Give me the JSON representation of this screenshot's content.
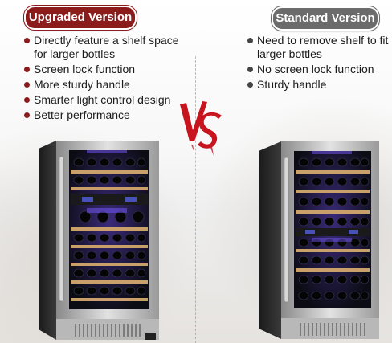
{
  "upgraded": {
    "badge_label": "Upgraded Version",
    "features": [
      "Directly feature a shelf space for larger bottles",
      "Screen lock function",
      "More sturdy handle",
      "Smarter light control design",
      "Better performance"
    ]
  },
  "standard": {
    "badge_label": "Standard Version",
    "features": [
      "Need to remove shelf to fit larger bottles",
      "No screen lock function",
      "Sturdy handle"
    ]
  },
  "vs_text": "VS",
  "colors": {
    "upgraded_accent": "#8c1c1c",
    "standard_accent": "#6b6b6b",
    "vs_red": "#c8141e"
  }
}
